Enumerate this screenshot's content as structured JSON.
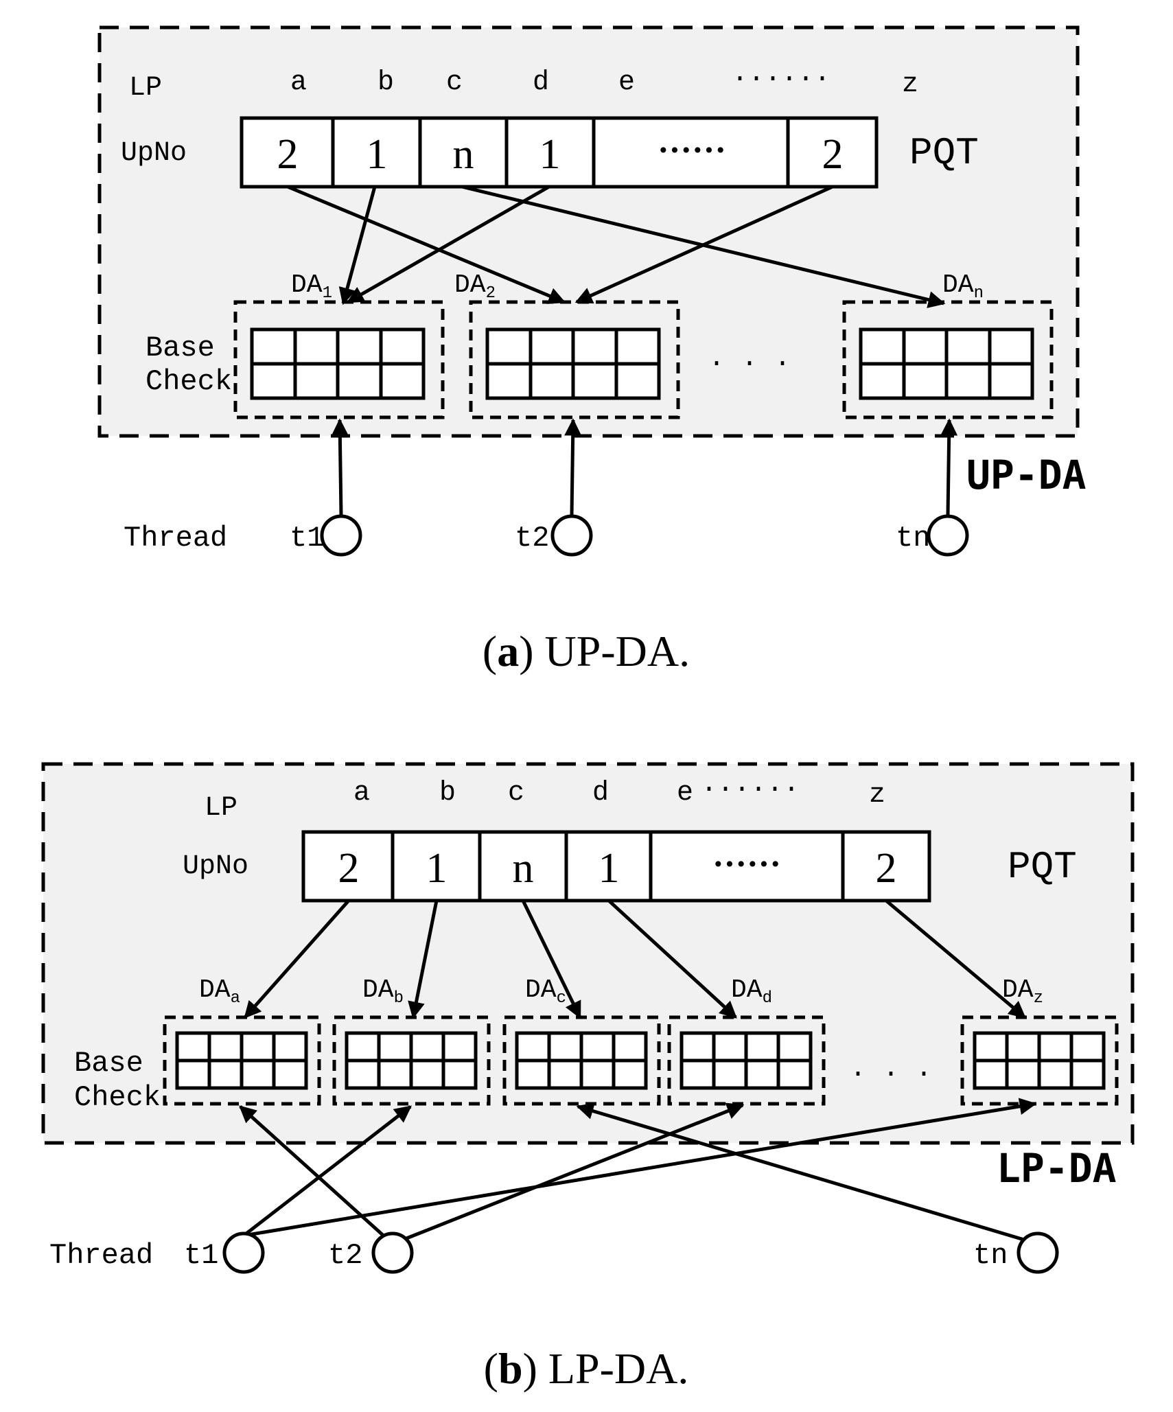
{
  "panel_a": {
    "box_label": "UP-DA",
    "lp_label": "LP",
    "upno_label": "UpNo",
    "pqt_label": "PQT",
    "letters": [
      "a",
      "b",
      "c",
      "d",
      "e",
      "······",
      "z"
    ],
    "pqt_values": [
      "2",
      "1",
      "n",
      "1",
      "······",
      "2"
    ],
    "da_labels": [
      {
        "base": "DA",
        "sub": "1"
      },
      {
        "base": "DA",
        "sub": "2"
      },
      {
        "base": "DA",
        "sub": "n"
      }
    ],
    "base_label": "Base",
    "check_label": "Check",
    "ellipsis": "· · ·",
    "thread_label": "Thread",
    "threads": [
      "t1",
      "t2",
      "tn"
    ],
    "caption_letter": "a",
    "caption_text": "UP-DA."
  },
  "panel_b": {
    "box_label": "LP-DA",
    "lp_label": "LP",
    "upno_label": "UpNo",
    "pqt_label": "PQT",
    "letters": [
      "a",
      "b",
      "c",
      "d",
      "e",
      "······",
      "z"
    ],
    "pqt_values": [
      "2",
      "1",
      "n",
      "1",
      "······",
      "2"
    ],
    "da_labels": [
      {
        "base": "DA",
        "sub": "a"
      },
      {
        "base": "DA",
        "sub": "b"
      },
      {
        "base": "DA",
        "sub": "c"
      },
      {
        "base": "DA",
        "sub": "d"
      },
      {
        "base": "DA",
        "sub": "z"
      }
    ],
    "base_label": "Base",
    "check_label": "Check",
    "ellipsis": "· · ·",
    "thread_label": "Thread",
    "threads": [
      "t1",
      "t2",
      "tn"
    ],
    "caption_letter": "b",
    "caption_text": "LP-DA."
  }
}
